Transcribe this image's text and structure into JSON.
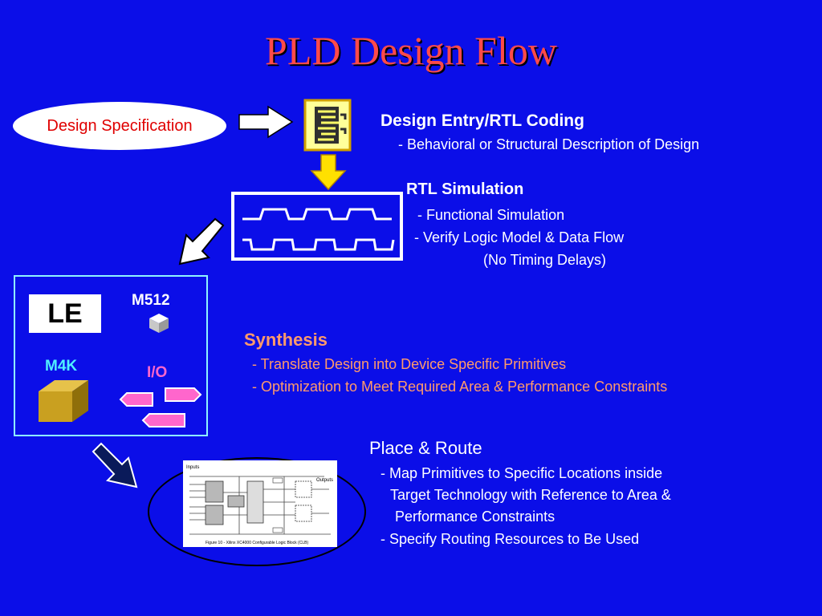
{
  "title": "PLD Design Flow",
  "spec": {
    "label": "Design Specification"
  },
  "design_entry": {
    "heading": "Design Entry/RTL Coding",
    "line1": "- Behavioral or Structural Description of Design"
  },
  "rtl_sim": {
    "heading": "RTL Simulation",
    "line1": "- Functional Simulation",
    "line2": "- Verify Logic Model & Data Flow",
    "line3": "(No Timing Delays)"
  },
  "device": {
    "le_label": "LE",
    "m512_label": "M512",
    "m4k_label": "M4K",
    "io_label": "I/O"
  },
  "synthesis": {
    "heading": "Synthesis",
    "line1": "- Translate Design into Device Specific Primitives",
    "line2": "- Optimization to Meet Required Area & Performance Constraints"
  },
  "place_route": {
    "heading": "Place & Route",
    "line1": "- Map Primitives to Specific Locations inside",
    "line2": "Target Technology with Reference to Area &",
    "line3": "Performance Constraints",
    "line4": "- Specify Routing Resources to Be Used"
  },
  "clb_figure": {
    "inputs_label": "Inputs",
    "outputs_label": "Outputs",
    "caption": "Figure 10 - Xilinx XC4000 Configurable Logic Block (CLB)"
  },
  "colors": {
    "background": "#0b0ee8",
    "title": "#ff4a4a",
    "synthesis_text": "#ff9a6b",
    "m4k_label": "#4ff0ff",
    "io_label": "#ff66cc"
  }
}
